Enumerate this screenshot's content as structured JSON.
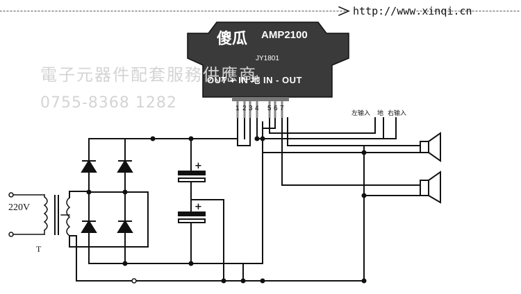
{
  "header": {
    "url": "http://www.xinqi.cn"
  },
  "watermark": {
    "line1": "電子元器件配套服務供應商",
    "line2": "0755-8368 1282"
  },
  "chip": {
    "brand": "傻瓜",
    "model": "AMP2100",
    "code": "JY1801",
    "pin_labels": "OUT + IN 地 IN - OUT",
    "pin_numbers": [
      "1",
      "2",
      "3",
      "4",
      "5",
      "6",
      "7"
    ]
  },
  "inputs": {
    "left": "左输入",
    "ground": "地",
    "right": "右输入"
  },
  "power": {
    "voltage": "220V",
    "transformer": "T"
  },
  "capacitors": {
    "polarity": "+"
  },
  "colors": {
    "ink": "#111111",
    "chip_body": "#3a3a3a",
    "watermark": "#d4d4d4"
  }
}
